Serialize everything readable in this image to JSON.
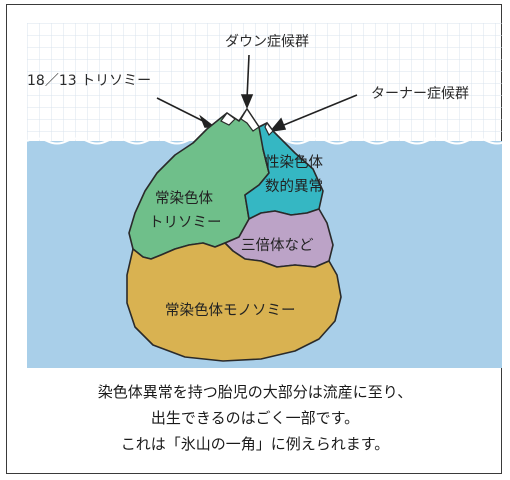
{
  "labels": {
    "down": "ダウン症候群",
    "trisomy18_13": "18／13 トリソミー",
    "turner": "ターナー症候群",
    "autosomal_trisomy": [
      "常染色体",
      "トリソミー"
    ],
    "sex_chromosome": [
      "性染色体",
      "数的異常"
    ],
    "triploidy": "三倍体など",
    "autosomal_monosomy": "常染色体モノソミー"
  },
  "caption": [
    "染色体異常を持つ胎児の大部分は流産に至り、",
    "出生できるのはごく一部です。",
    "これは「氷山の一角」に例えられます。"
  ],
  "colors": {
    "sky_grid": "#d9e3ee",
    "sea": "#a9cfe9",
    "autosomal_trisomy": "#6fbf8a",
    "sex_chromosome": "#35b7c3",
    "triploidy": "#bca3c7",
    "autosomal_monosomy": "#d9b251",
    "outline": "#2a2a2a"
  }
}
